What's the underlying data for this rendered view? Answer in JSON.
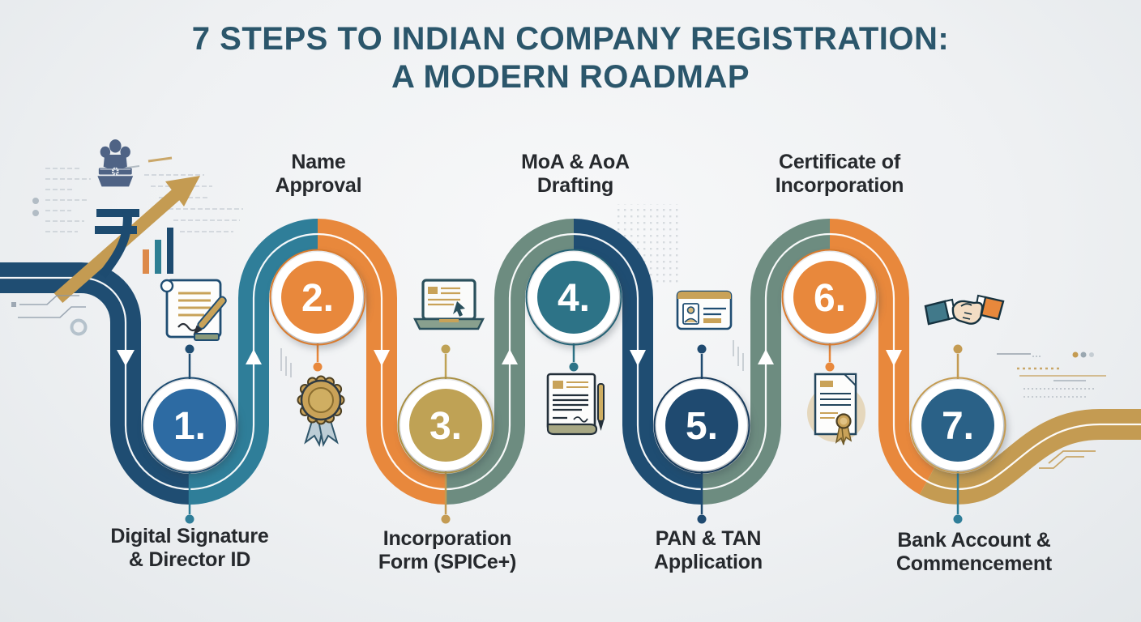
{
  "title": {
    "line1": "7 STEPS TO INDIAN COMPANY REGISTRATION:",
    "line2": "A MODERN ROADMAP",
    "color": "#2b566b"
  },
  "steps": [
    {
      "number": "1.",
      "label_line1": "Digital Signature",
      "label_line2": "& Director ID",
      "label_position": "below",
      "circle_color": "#2d6ba3",
      "ring_color": "#1f4d72",
      "dot_top_color": "#1f4d72",
      "dot_bottom_color": "#2f7e99",
      "icon": "scroll-pen-icon"
    },
    {
      "number": "2.",
      "label_line1": "Name",
      "label_line2": "Approval",
      "label_position": "above",
      "circle_color": "#e8883c",
      "ring_color": "#d97b2e",
      "dot_bottom_color": "#e8883c",
      "icon": "medal-ribbon-icon"
    },
    {
      "number": "3.",
      "label_line1": "Incorporation",
      "label_line2": "Form (SPICe+)",
      "label_position": "below",
      "circle_color": "#bfa255",
      "ring_color": "#a98f43",
      "dot_top_color": "#bfa255",
      "dot_bottom_color": "#c49b52",
      "icon": "laptop-icon"
    },
    {
      "number": "4.",
      "label_line1": "MoA & AoA",
      "label_line2": "Drafting",
      "label_position": "above",
      "circle_color": "#2d7387",
      "ring_color": "#256275",
      "dot_bottom_color": "#2d7387",
      "icon": "scroll-pen-icon"
    },
    {
      "number": "5.",
      "label_line1": "PAN & TAN",
      "label_line2": "Application",
      "label_position": "below",
      "circle_color": "#1f4a70",
      "ring_color": "#16395a",
      "dot_top_color": "#1f4a70",
      "dot_bottom_color": "#1f4a70",
      "icon": "id-card-icon"
    },
    {
      "number": "6.",
      "label_line1": "Certificate of",
      "label_line2": "Incorporation",
      "label_position": "above",
      "circle_color": "#e8883c",
      "ring_color": "#d97b2e",
      "dot_bottom_color": "#e8883c",
      "icon": "certificate-seal-icon"
    },
    {
      "number": "7.",
      "label_line1": "Bank Account &",
      "label_line2": "Commencement",
      "label_position": "below",
      "circle_color": "#2a6187",
      "ring_color": "#c49b52",
      "dot_top_color": "#c49b52",
      "dot_bottom_color": "#2f7e99",
      "icon": "handshake-icon"
    }
  ],
  "road": {
    "center_line_color": "#ffffff",
    "arrow_color": "#ffffff",
    "direction_arrows": [
      "down",
      "up",
      "down",
      "up",
      "down",
      "up",
      "down"
    ],
    "segments": [
      {
        "name": "entry-to-step1",
        "color": "#1f4d72"
      },
      {
        "name": "step1-to-step2",
        "color": "#2f7e99"
      },
      {
        "name": "step2-to-step3",
        "color": "#e8883c"
      },
      {
        "name": "step3-to-step4",
        "color": "#6d8c80"
      },
      {
        "name": "step4-to-step5",
        "color": "#1f4d72"
      },
      {
        "name": "step5-to-step6",
        "color": "#6d8c80"
      },
      {
        "name": "step6-to-step7",
        "color": "#e8883c"
      },
      {
        "name": "step7-to-exit",
        "color": "#c49b52"
      }
    ]
  },
  "decor": {
    "left_cluster_icons": [
      "ashoka-emblem-icon",
      "rupee-symbol-icon",
      "growth-arrow-icon",
      "bar-chart-icon",
      "circuit-lines",
      "code-lines"
    ],
    "right_cluster_icons": [
      "circuit-lines",
      "dotted-lines",
      "dots"
    ],
    "gold": "#c49b52",
    "navy": "#1f4d72",
    "gray": "#9aa7b0"
  }
}
